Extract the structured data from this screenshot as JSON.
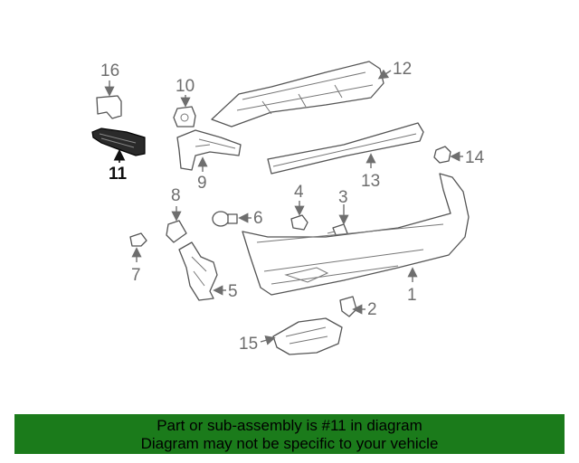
{
  "diagram": {
    "highlighted_part": "11",
    "callouts": [
      {
        "id": "1",
        "label": "1"
      },
      {
        "id": "2",
        "label": "2"
      },
      {
        "id": "3",
        "label": "3"
      },
      {
        "id": "4",
        "label": "4"
      },
      {
        "id": "5",
        "label": "5"
      },
      {
        "id": "6",
        "label": "6"
      },
      {
        "id": "7",
        "label": "7"
      },
      {
        "id": "8",
        "label": "8"
      },
      {
        "id": "9",
        "label": "9"
      },
      {
        "id": "10",
        "label": "10"
      },
      {
        "id": "11",
        "label": "11"
      },
      {
        "id": "12",
        "label": "12"
      },
      {
        "id": "13",
        "label": "13"
      },
      {
        "id": "14",
        "label": "14"
      },
      {
        "id": "15",
        "label": "15"
      },
      {
        "id": "16",
        "label": "16"
      }
    ]
  },
  "banner": {
    "line1": "Part or sub-assembly is #11 in diagram",
    "line2": "Diagram may not be specific to your vehicle",
    "background_color": "#1b7b1b"
  },
  "colors": {
    "highlight": "#111111",
    "line_art": "#555555",
    "callout_text": "#6e6e6e"
  }
}
